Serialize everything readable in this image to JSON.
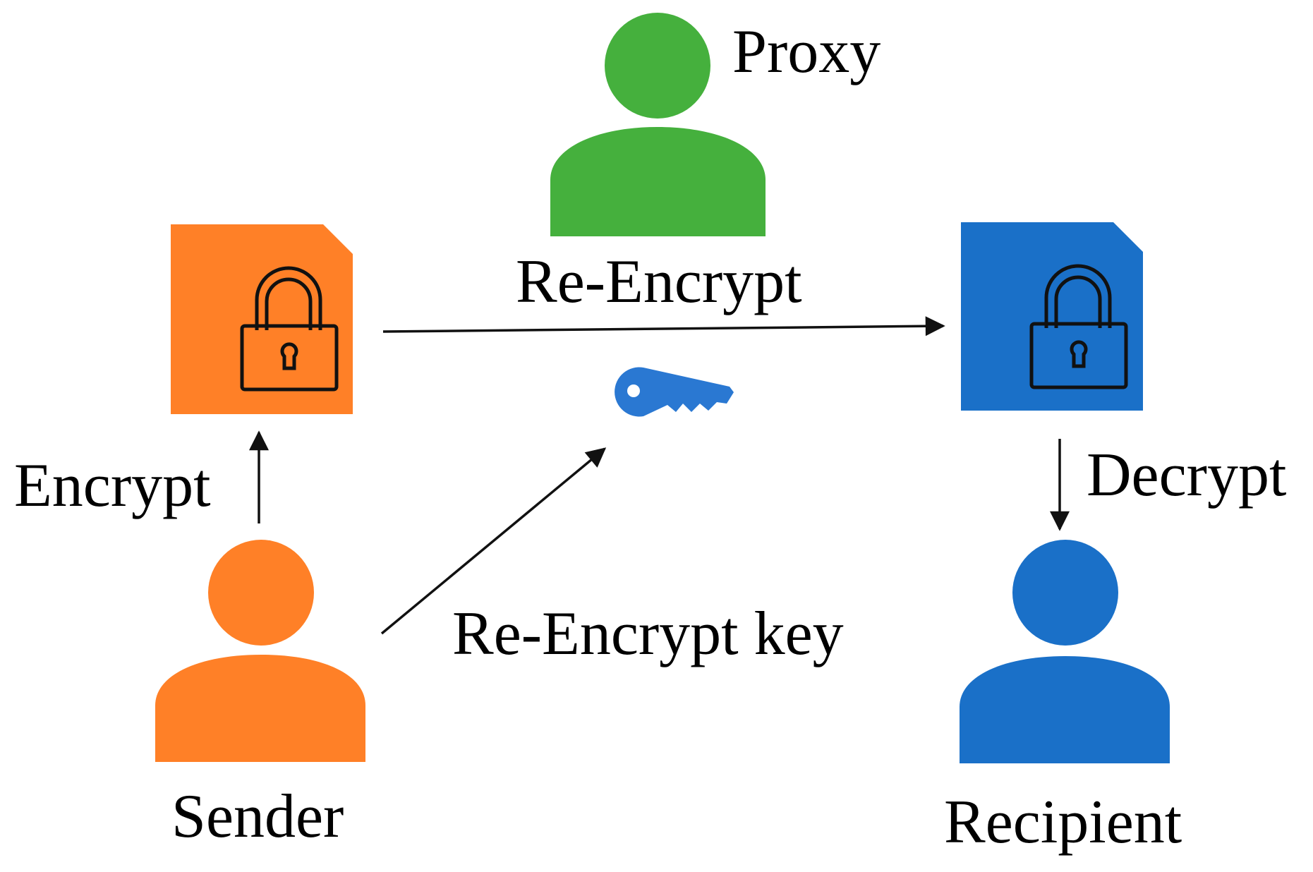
{
  "colors": {
    "sender": "#FF8027",
    "proxy": "#45B03D",
    "recipient": "#1A70C8",
    "key": "#2A78D2",
    "arrow": "#111111"
  },
  "nodes": {
    "proxy": {
      "label": "Proxy",
      "icon": "person-icon"
    },
    "sender": {
      "label": "Sender",
      "icon": "person-icon"
    },
    "recipient": {
      "label": "Recipient",
      "icon": "person-icon"
    },
    "sender_doc": {
      "icon": "locked-document-icon"
    },
    "recipient_doc": {
      "icon": "locked-document-icon"
    },
    "key": {
      "icon": "key-icon"
    }
  },
  "edges": {
    "encrypt": {
      "label": "Encrypt",
      "from": "sender",
      "to": "sender_doc"
    },
    "re_encrypt": {
      "label": "Re-Encrypt",
      "from": "sender_doc",
      "to": "recipient_doc"
    },
    "re_encrypt_key": {
      "label": "Re-Encrypt key",
      "from": "sender",
      "to": "key"
    },
    "decrypt": {
      "label": "Decrypt",
      "from": "recipient_doc",
      "to": "recipient"
    }
  }
}
